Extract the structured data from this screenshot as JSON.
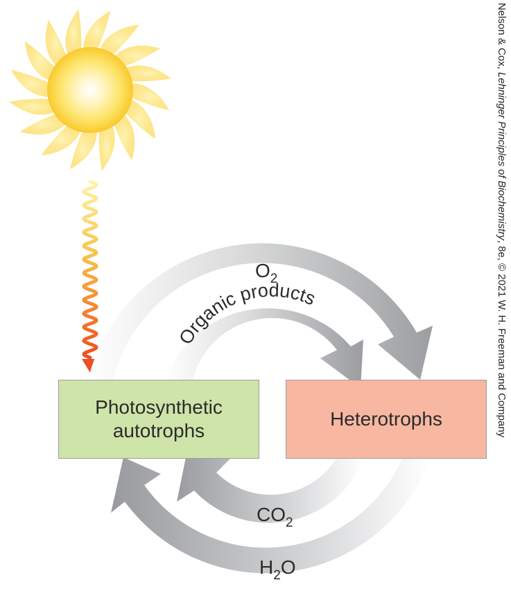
{
  "colors": {
    "autotroph_fill": "#cee4a9",
    "heterotroph_fill": "#f7b7a1",
    "arrow_gray": "#a4a5a8",
    "sun_core": "#ffffff",
    "sun_ray": "#fcd03a",
    "light_wave_top": "#fde27a",
    "light_wave_bottom": "#ef5a24"
  },
  "boxes": {
    "autotrophs_line1": "Photosynthetic",
    "autotrophs_line2": "autotrophs",
    "heterotrophs": "Heterotrophs"
  },
  "arrows": {
    "o2": {
      "base": "O",
      "sub": "2"
    },
    "organic": "Organic products",
    "co2": {
      "base": "CO",
      "sub": "2"
    },
    "h2o": {
      "base": "H",
      "sub": "2",
      "tail": "O"
    }
  },
  "icons": {
    "sun": "sun-icon",
    "light": "light-wave-icon"
  },
  "credit": {
    "prefix": "Nelson & Cox, ",
    "title": "Lehninger Principles of Biochemistry",
    "suffix": ", 8e, © 2021 W. H. Freeman and Company"
  }
}
